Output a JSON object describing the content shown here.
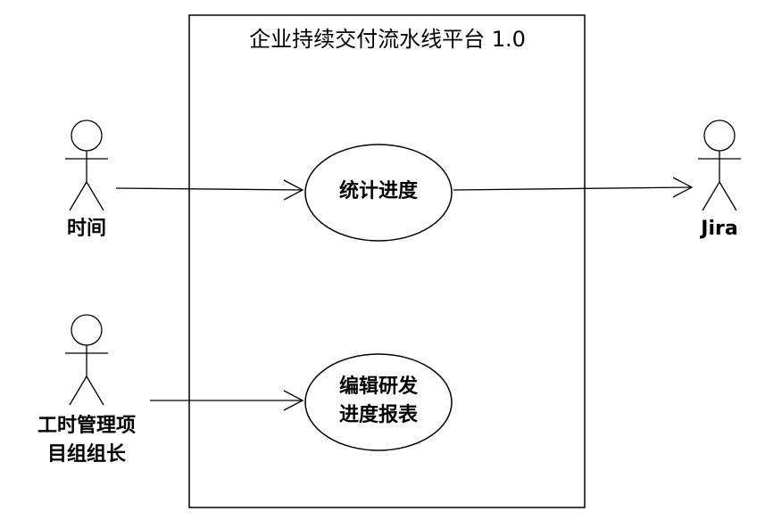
{
  "system": {
    "title": "企业持续交付流水线平台 1.0"
  },
  "use_cases": [
    {
      "label": "统计进度"
    },
    {
      "label": "编辑研发\n进度报表"
    }
  ],
  "actors": [
    {
      "label": "时间"
    },
    {
      "label": "工时管理项\n目组组长"
    },
    {
      "label": "Jira"
    }
  ],
  "colors": {
    "stroke": "#000000",
    "background": "#ffffff"
  }
}
